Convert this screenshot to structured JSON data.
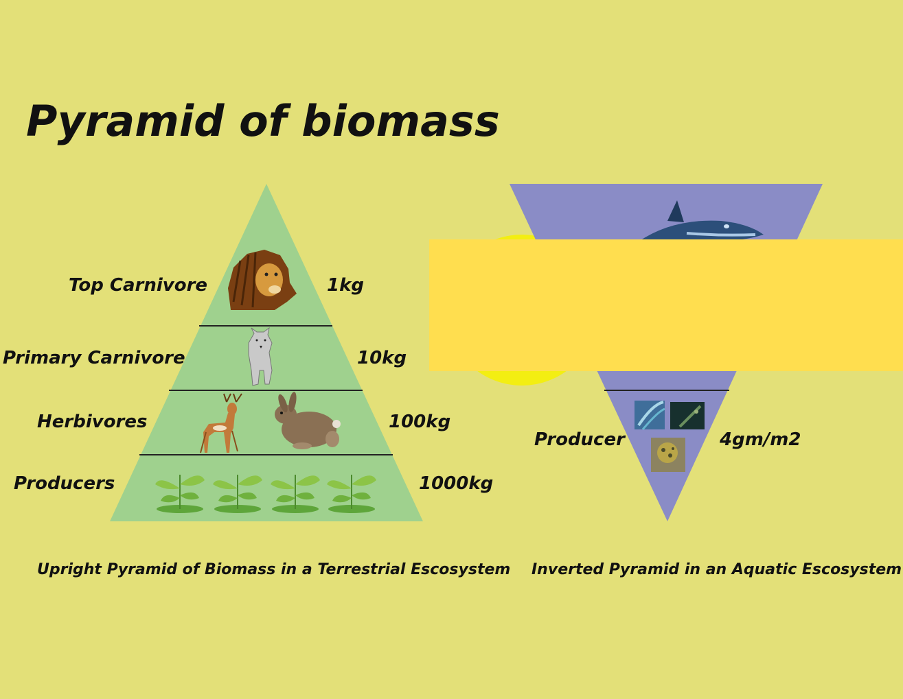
{
  "title": "Pyramid of biomass",
  "colors": {
    "background": "#e3e078",
    "upright_fill": "#9fd18e",
    "inverted_fill": "#8a8cc6",
    "overlay": "#ffde4f",
    "sun": "#f6f000"
  },
  "upright": {
    "caption": "Upright Pyramid of Biomass in a Terrestrial Escosystem",
    "levels": [
      {
        "name": "Top Carnivore",
        "value": "1kg",
        "icons": [
          "lion-icon"
        ]
      },
      {
        "name": "Primary Carnivore",
        "value": "10kg",
        "icons": [
          "wolf-icon"
        ]
      },
      {
        "name": "Herbivores",
        "value": "100kg",
        "icons": [
          "deer-icon",
          "rabbit-icon"
        ]
      },
      {
        "name": "Producers",
        "value": "1000kg",
        "icons": [
          "plant-icon",
          "plant-icon",
          "plant-icon",
          "plant-icon"
        ]
      }
    ]
  },
  "inverted": {
    "caption": "Inverted Pyramid in an Aquatic Escosystem",
    "levels": [
      {
        "name": "Producer",
        "value": "4gm/m2",
        "icons": [
          "algae-icon",
          "diatom-icon",
          "plankton-icon"
        ]
      }
    ],
    "top_icon": "shark-icon"
  }
}
